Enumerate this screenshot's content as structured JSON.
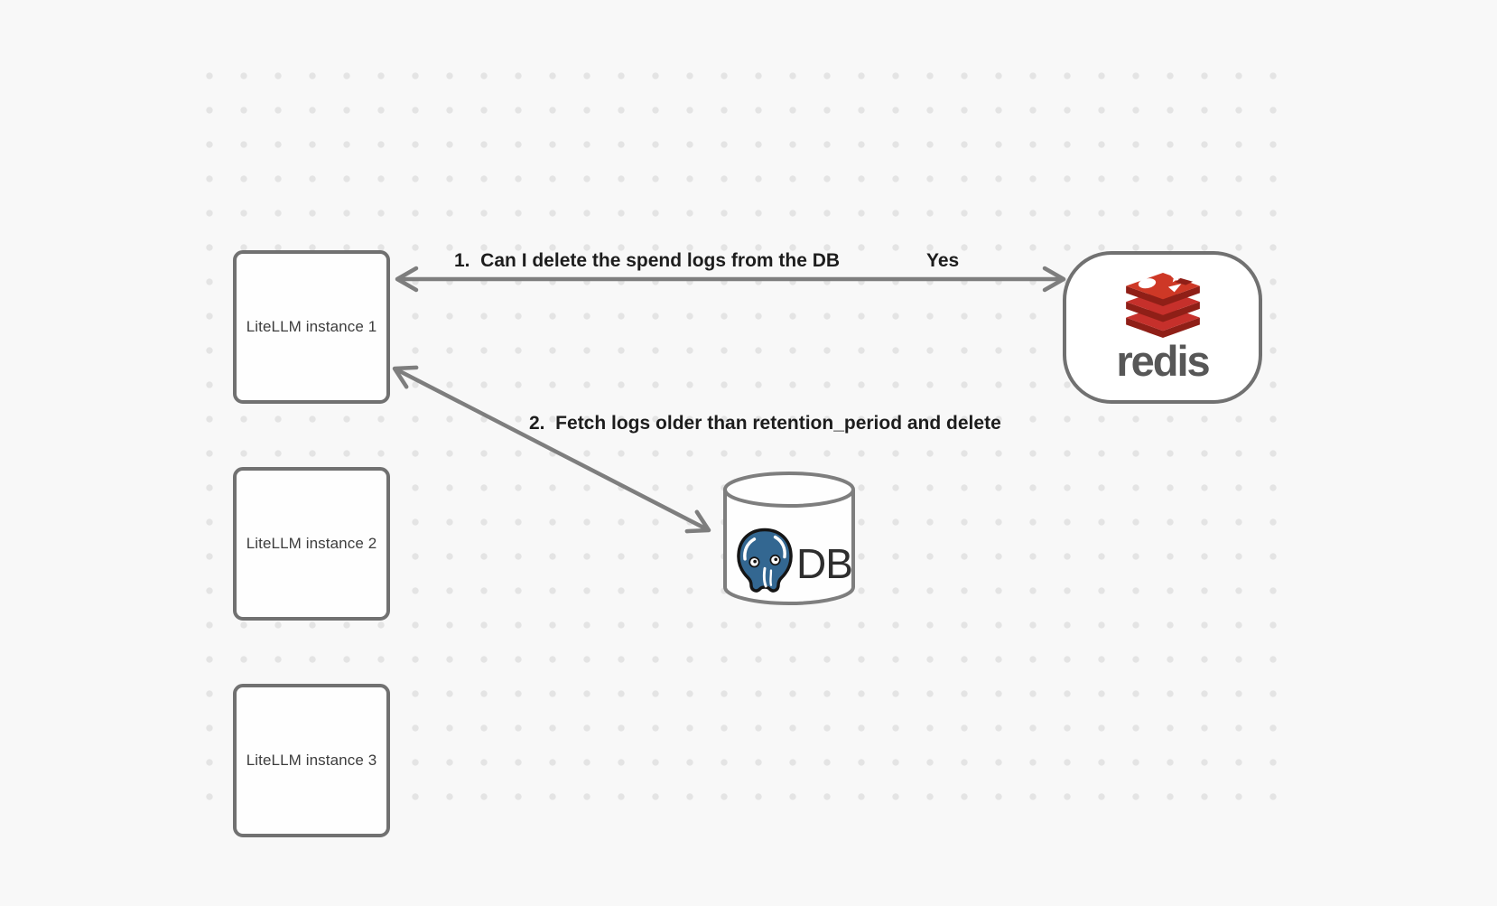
{
  "diagram": {
    "background_color": "#f8f8f8",
    "dot_color": "#e4e4e4",
    "node_border_color": "#717171",
    "arrow_color": "#7e7e7e",
    "nodes": {
      "litellm_instances": [
        {
          "label": "LiteLLM instance 1"
        },
        {
          "label": "LiteLLM instance 2"
        },
        {
          "label": "LiteLLM instance 3"
        }
      ],
      "redis": {
        "wordmark": "redis",
        "icon": "redis-cube-stack-icon",
        "icon_red": "#C6302B",
        "icon_dark_red": "#8F1F17",
        "wordmark_color": "#575757"
      },
      "database": {
        "label": "DB",
        "icon": "postgresql-elephant-icon",
        "icon_blue": "#336791"
      }
    },
    "edges": [
      {
        "label": "1.  Can I delete the spend logs from the DB",
        "response_label": "Yes",
        "from": "LiteLLM instance 1",
        "to": "redis",
        "style": "double-headed-arrow"
      },
      {
        "label": "2.  Fetch logs older than retention_period and delete",
        "from": "LiteLLM instance 1",
        "to": "DB",
        "style": "double-headed-arrow"
      }
    ]
  }
}
